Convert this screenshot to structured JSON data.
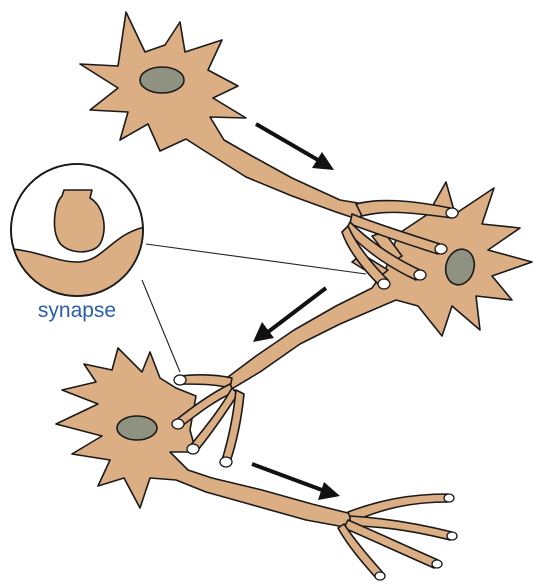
{
  "labels": {
    "synapse": "synapse"
  },
  "colors": {
    "cell_body": "#dcae84",
    "nucleus": "#8f9181",
    "outline": "#1a1a1a",
    "label_text": "#2b5ea8",
    "arrow": "#111111"
  },
  "neurons": [
    {
      "name": "upper-left-neuron",
      "role": "presynaptic"
    },
    {
      "name": "middle-right-neuron",
      "role": "relay"
    },
    {
      "name": "lower-left-neuron",
      "role": "postsynaptic"
    }
  ],
  "signal_direction_arrows": 3
}
